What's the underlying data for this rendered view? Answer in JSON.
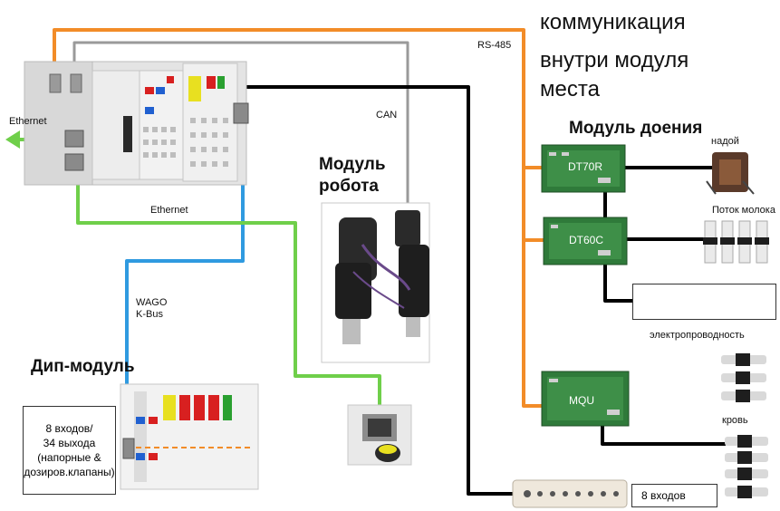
{
  "title_lines": [
    "коммуникация",
    "внутри модуля",
    "места"
  ],
  "labels": {
    "rs485": "RS-485",
    "can": "CAN",
    "ethernet_left": "Ethernet",
    "ethernet_bottom": "Ethernet",
    "wago_kbus_line1": "WAGO",
    "wago_kbus_line2": "K-Bus",
    "milking_module": "Модуль доения",
    "robot_module_line1": "Модуль",
    "robot_module_line2": "робота",
    "dip_module": "Дип-модуль",
    "nadoy": "надой",
    "milk_flow": "Поток молока",
    "conductivity": "электропроводность",
    "blood": "кровь",
    "inputs_8": "8 входов",
    "dip_box_text": "8 входов/\n34 выхода\n(напорные &\nдозиров.клапаны)"
  },
  "boards": {
    "dt70r": "DT70R",
    "dt60c": "DT60C",
    "mqu": "MQU"
  },
  "colors": {
    "orange": "#f28c28",
    "gray": "#9a9a9a",
    "black": "#000000",
    "blue": "#2f9ae0",
    "green": "#6fcf4a",
    "board_green": "#2f7a3a"
  }
}
